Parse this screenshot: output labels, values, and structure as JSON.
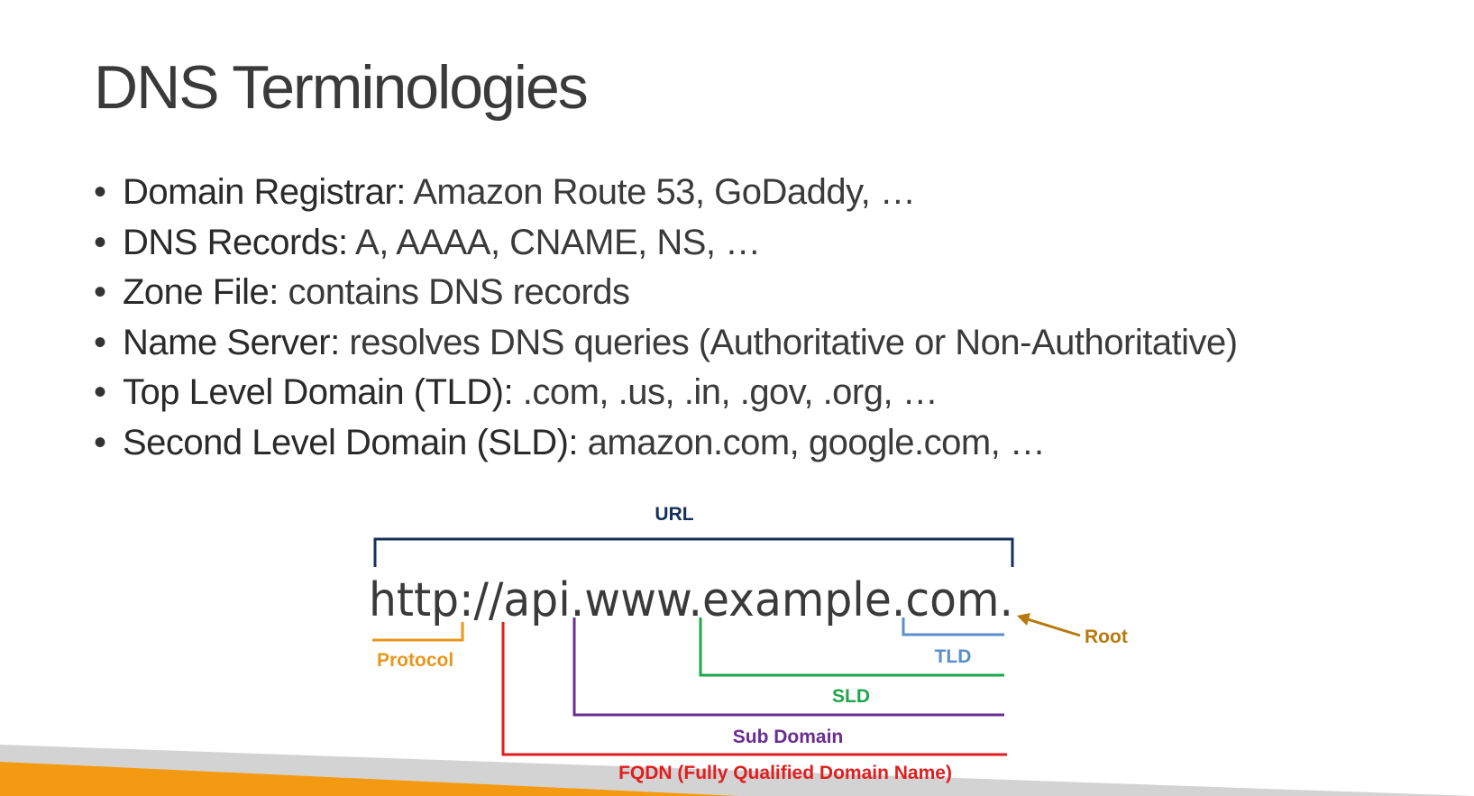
{
  "title": "DNS Terminologies",
  "bullets": [
    {
      "term": "Domain Registrar:",
      "desc": "Amazon Route 53, GoDaddy, …"
    },
    {
      "term": "DNS Records:",
      "desc": "A, AAAA, CNAME, NS, …"
    },
    {
      "term": "Zone File:",
      "desc": "contains DNS records"
    },
    {
      "term": "Name Server:",
      "desc": "resolves DNS queries (Authoritative or Non-Authoritative)"
    },
    {
      "term": "Top Level Domain (TLD):",
      "desc": ".com, .us, .in, .gov, .org, …"
    },
    {
      "term": "Second Level Domain (SLD):",
      "desc": "amazon.com, google.com, …"
    }
  ],
  "diagram": {
    "url_text": "http://api.www.example.com.",
    "labels": {
      "url": "URL",
      "protocol": "Protocol",
      "tld": "TLD",
      "sld": "SLD",
      "sub_domain": "Sub Domain",
      "fqdn": "FQDN (Fully Qualified Domain Name)",
      "root": "Root"
    },
    "colors": {
      "url": "#14305c",
      "protocol": "#e8961c",
      "tld": "#5a8fcb",
      "sld": "#1fa64a",
      "sub_domain": "#6b2c91",
      "fqdn": "#e01e1e",
      "root": "#b8780d"
    }
  },
  "footer_colors": {
    "orange": "#f39a12",
    "gray": "#d3d3d3"
  }
}
